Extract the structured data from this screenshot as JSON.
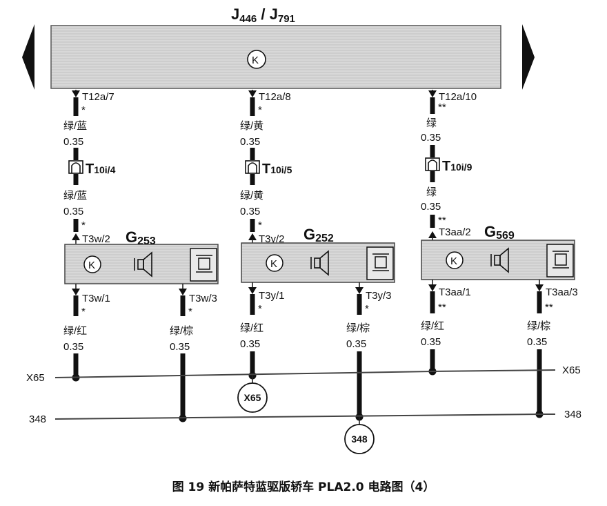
{
  "controller": {
    "title_a": "J",
    "sub_a": "446",
    "slash": " / ",
    "title_b": "J",
    "sub_b": "791"
  },
  "wires": [
    {
      "pin": "T12a/7",
      "mark": "*",
      "color": "绿/蓝",
      "gauge": "0.35",
      "conn_main": "T",
      "conn_sub": "10i/4",
      "color2": "绿/蓝",
      "gauge2": "0.35",
      "mark2": "*",
      "pin2": "T3w/2"
    },
    {
      "pin": "T12a/8",
      "mark": "*",
      "color": "绿/黄",
      "gauge": "0.35",
      "conn_main": "T",
      "conn_sub": "10i/5",
      "color2": "绿/黄",
      "gauge2": "0.35",
      "mark2": "*",
      "pin2": "T3y/2"
    },
    {
      "pin": "T12a/10",
      "mark": "**",
      "color": "绿",
      "gauge": "0.35",
      "conn_main": "T",
      "conn_sub": "10i/9",
      "color2": "绿",
      "gauge2": "0.35",
      "mark2": "**",
      "pin2": "T3aa/2"
    }
  ],
  "speakers": [
    {
      "name": "G",
      "sub": "253",
      "pin_a": "T3w/1",
      "mark_a": "*",
      "color_a": "绿/红",
      "gauge_a": "0.35",
      "pin_b": "T3w/3",
      "mark_b": "*",
      "color_b": "绿/棕",
      "gauge_b": "0.35"
    },
    {
      "name": "G",
      "sub": "252",
      "pin_a": "T3y/1",
      "mark_a": "*",
      "color_a": "绿/红",
      "gauge_a": "0.35",
      "pin_b": "T3y/3",
      "mark_b": "*",
      "color_b": "绿/棕",
      "gauge_b": "0.35"
    },
    {
      "name": "G",
      "sub": "569",
      "pin_a": "T3aa/1",
      "mark_a": "**",
      "color_a": "绿/红",
      "gauge_a": "0.35",
      "pin_b": "T3aa/3",
      "mark_b": "**",
      "color_b": "绿/棕",
      "gauge_b": "0.35"
    }
  ],
  "rails": {
    "x65_left": "X65",
    "x65_right": "X65",
    "r348_left": "348",
    "r348_right": "348",
    "x65_circle": "X65",
    "r348_circle": "348"
  },
  "symbols": {
    "k_symbol": "K"
  },
  "caption": "图 19  新帕萨特蓝驱版轿车 PLA2.0 电路图（4）"
}
